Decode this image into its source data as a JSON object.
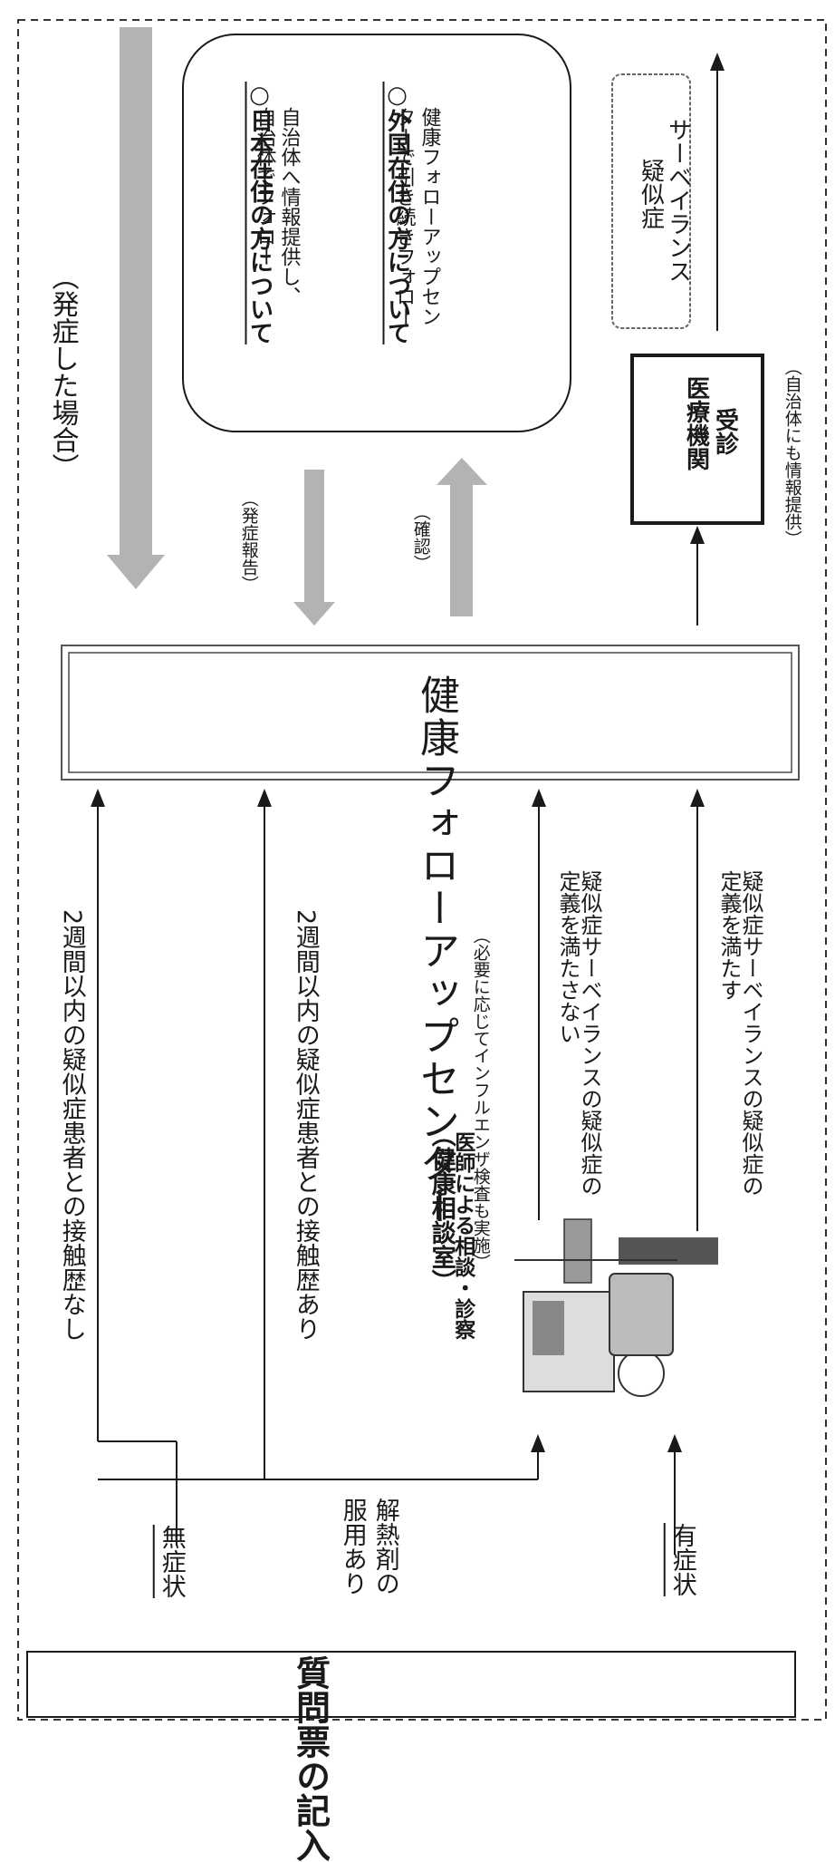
{
  "questionnaire": {
    "label": "質問票の記入"
  },
  "branches": {
    "asymptomatic": "無症状",
    "antipyretic": [
      "解熱剤の",
      "服用あり"
    ],
    "symptomatic": "有症状"
  },
  "contact_paths": {
    "no_contact": "2週間以内の疑似症患者との接触歴なし",
    "with_contact": "2週間以内の疑似症患者との接触歴あり"
  },
  "consultation_room": {
    "title": "（健康相談室）",
    "subtitle": "医師による相談・診察",
    "note": "（必要に応じてインフルエンザ検査も実施）"
  },
  "definition_paths": {
    "not_met": [
      "疑似症サーベイランスの疑似症の",
      "定義を満たさない"
    ],
    "met": [
      "疑似症サーベイランスの疑似症の",
      "定義を満たす"
    ]
  },
  "center": {
    "label": "健康フォローアップセンター"
  },
  "onset": {
    "label": "（発症した場合）",
    "report": "（発症報告）",
    "confirm": "（確認）"
  },
  "follow_info": {
    "japan_title": "○日本在住の方について",
    "japan_lines": [
      "自治体へ情報提供し、",
      "自治体でフォロー"
    ],
    "foreign_title": "○外国在住の方について",
    "foreign_lines": [
      "健康フォローアップセン",
      "ターで引き続きフォロー"
    ]
  },
  "medical": {
    "label_lines": [
      "医療機関",
      "受診"
    ],
    "note": "（自治体にも情報提供）"
  },
  "surveillance": {
    "label_lines": [
      "疑似症",
      "サーベイランス"
    ]
  },
  "colors": {
    "gray_arrow": "#b3b3b3",
    "line": "#1a1a1a"
  }
}
